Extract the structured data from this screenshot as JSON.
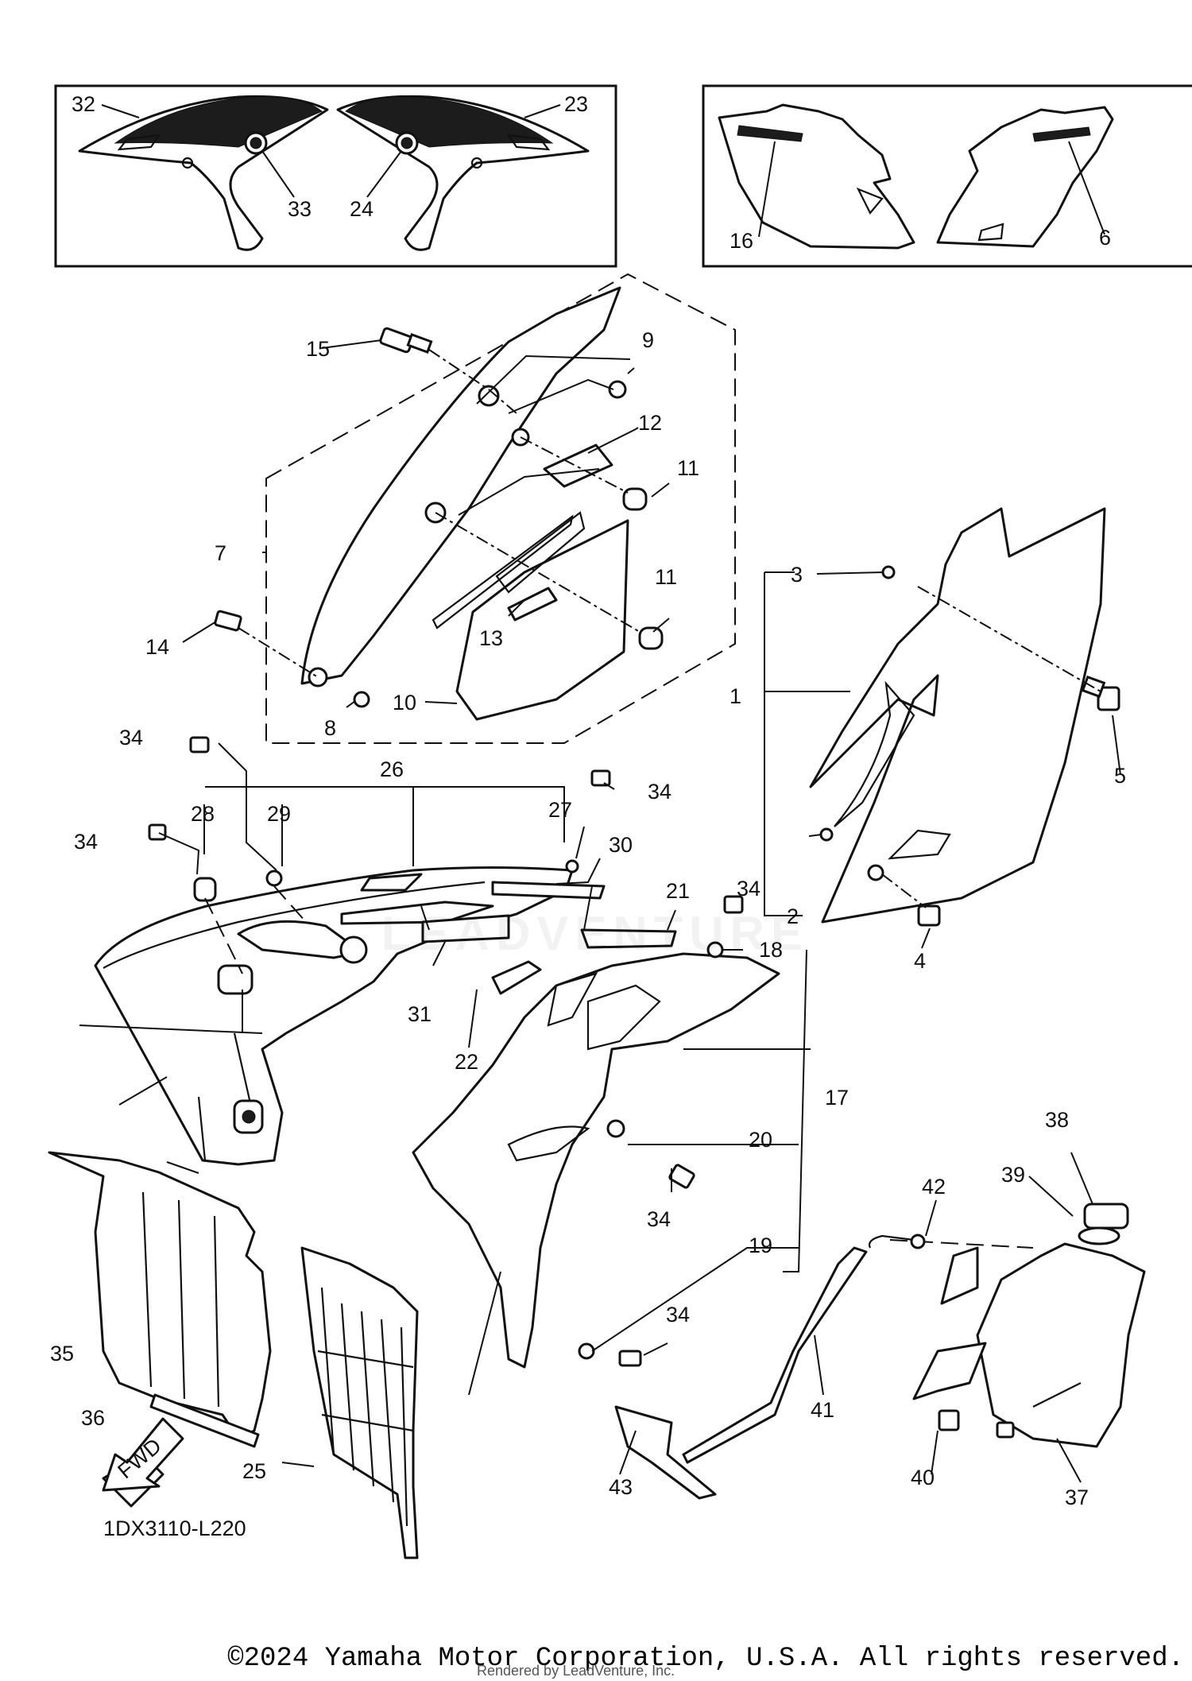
{
  "diagram": {
    "code": "1DX3110-L220",
    "fwd": "FWD",
    "callouts": [
      "1",
      "2",
      "3",
      "4",
      "5",
      "6",
      "7",
      "8",
      "9",
      "10",
      "11",
      "11",
      "12",
      "13",
      "14",
      "15",
      "16",
      "17",
      "18",
      "19",
      "20",
      "21",
      "22",
      "23",
      "24",
      "25",
      "26",
      "27",
      "28",
      "29",
      "30",
      "31",
      "32",
      "33",
      "34",
      "34",
      "34",
      "34",
      "34",
      "34",
      "35",
      "36",
      "37",
      "38",
      "39",
      "40",
      "41",
      "42",
      "43"
    ]
  },
  "watermark": "LEADVENTURE",
  "footer": {
    "copyright": "©2024 Yamaha Motor Corporation, U.S.A. All rights reserved.",
    "renderer": "Rendered by LeadVenture, Inc."
  }
}
